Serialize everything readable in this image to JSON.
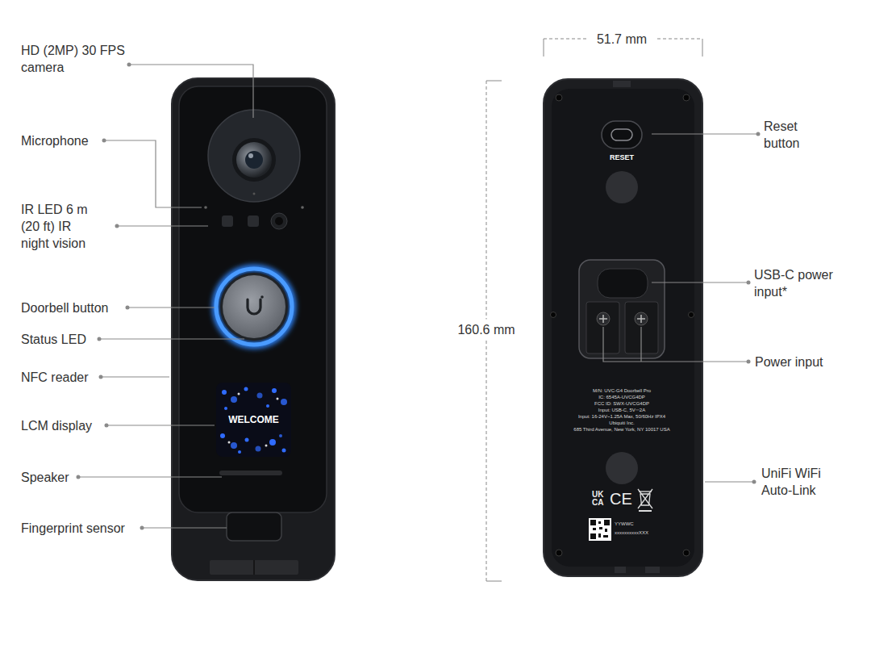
{
  "diagram": {
    "nodes": [
      {
        "text": [
          "WELCOME"
        ]
      }
    ],
    "labels": [
      "HD (2MP) 30 FPS camera",
      "Microphone",
      "IR LED 6 m (20 ft) IR night vision",
      "Doorbell button",
      "Status LED",
      "NFC reader",
      "LCM display",
      "Speaker",
      "Fingerprint sensor",
      "51.7 mm",
      "160.6 mm",
      "RESET",
      "M/N: UVC-G4 Doorbell Pro",
      "IC: 6545A-UVCG4DP",
      "FCC ID: SWX-UVCG4DP",
      "Input: USB-C, 5V⎓2A",
      "Input: 16-24V~1.25A Max, 50/60Hz IPX4",
      "Ubiquiti Inc.",
      "685 Third Avenue, New York, NY 10017 USA",
      "UK CA",
      "CE",
      "YYWWC",
      "xxxxxxxxxxXXX",
      "Reset button",
      "USB-C power input*",
      "Power input",
      "UniFi WiFi Auto-Link"
    ]
  }
}
